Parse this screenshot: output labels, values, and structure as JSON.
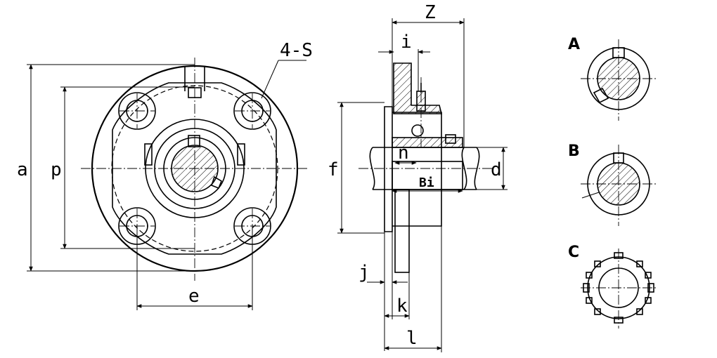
{
  "front_view": {
    "dims": {
      "a": "a",
      "p": "p",
      "e": "e",
      "bolt_holes": "4-S"
    }
  },
  "side_view": {
    "dims": {
      "z": "Z",
      "i": "i",
      "f": "f",
      "n": "n",
      "d": "d",
      "bi": "Bi",
      "j": "j",
      "k": "k",
      "l": "l"
    }
  },
  "shaft_variants": [
    {
      "label": "A"
    },
    {
      "label": "B"
    },
    {
      "label": "C"
    }
  ]
}
